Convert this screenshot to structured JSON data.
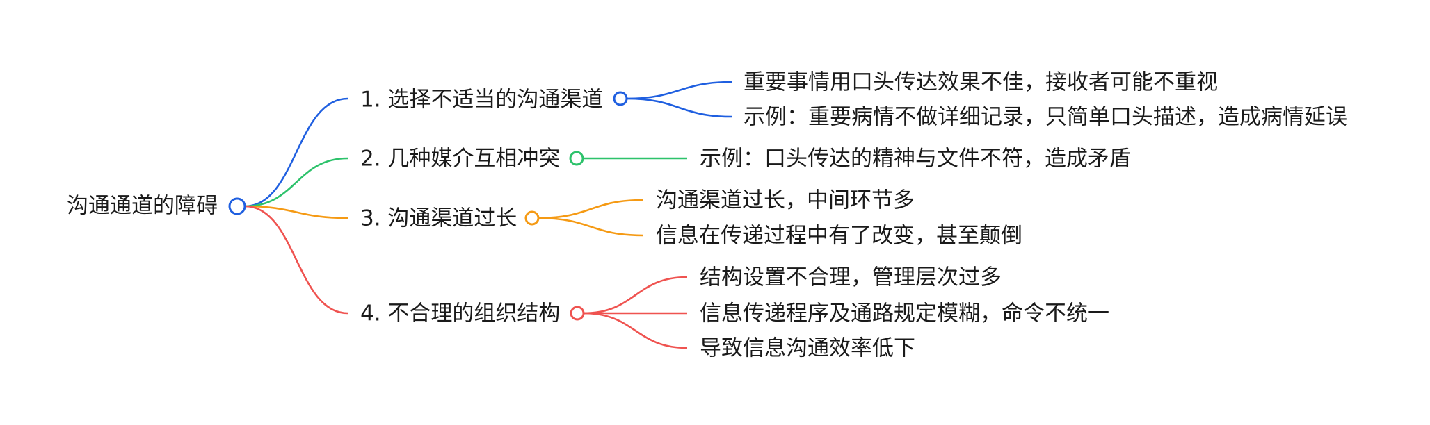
{
  "root": {
    "label": "沟通通道的障碍",
    "color": "#1f5fe0"
  },
  "branches": [
    {
      "label": "1. 选择不适当的沟通渠道",
      "color": "#1f5fe0",
      "children": [
        "重要事情用口头传达效果不佳，接收者可能不重视",
        "示例：重要病情不做详细记录，只简单口头描述，造成病情延误"
      ]
    },
    {
      "label": "2. 几种媒介互相冲突",
      "color": "#2dc26b",
      "children": [
        "示例：口头传达的精神与文件不符，造成矛盾"
      ]
    },
    {
      "label": "3. 沟通渠道过长",
      "color": "#f59a14",
      "children": [
        "沟通渠道过长，中间环节多",
        "信息在传递过程中有了改变，甚至颠倒"
      ]
    },
    {
      "label": "4. 不合理的组织结构",
      "color": "#ef5350",
      "children": [
        "结构设置不合理，管理层次过多",
        "信息传递程序及通路规定模糊，命令不统一",
        "导致信息沟通效率低下"
      ]
    }
  ]
}
